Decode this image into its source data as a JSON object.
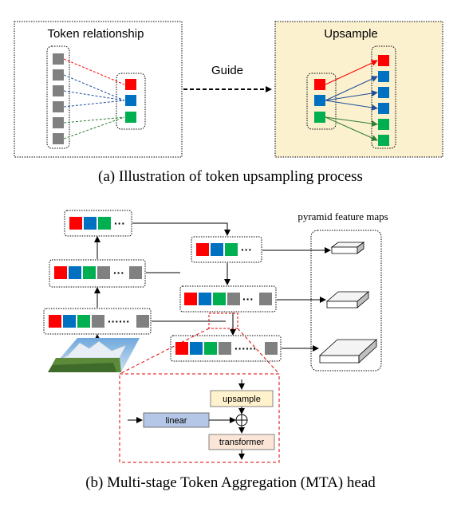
{
  "part_a": {
    "left_title": "Token relationship",
    "right_title": "Upsample",
    "guide_label": "Guide",
    "caption": "(a) Illustration of token upsampling process"
  },
  "part_b": {
    "pyramid_label": "pyramid feature maps",
    "ellipsis_short": "···",
    "ellipsis_long": "······",
    "upsample_label": "upsample",
    "linear_label": "linear",
    "transformer_label": "transformer",
    "caption": "(b) Multi-stage Token Aggregation (MTA) head"
  },
  "colors": {
    "red": "#ff0000",
    "blue": "#0070c0",
    "green": "#00b050",
    "gray": "#808080",
    "upsample_panel": "#fbf1cf",
    "linear_box": "#b4c7e7",
    "upsample_box": "#fff2cc",
    "transformer_box": "#fbe5d6",
    "dashed_highlight": "#e00000"
  }
}
